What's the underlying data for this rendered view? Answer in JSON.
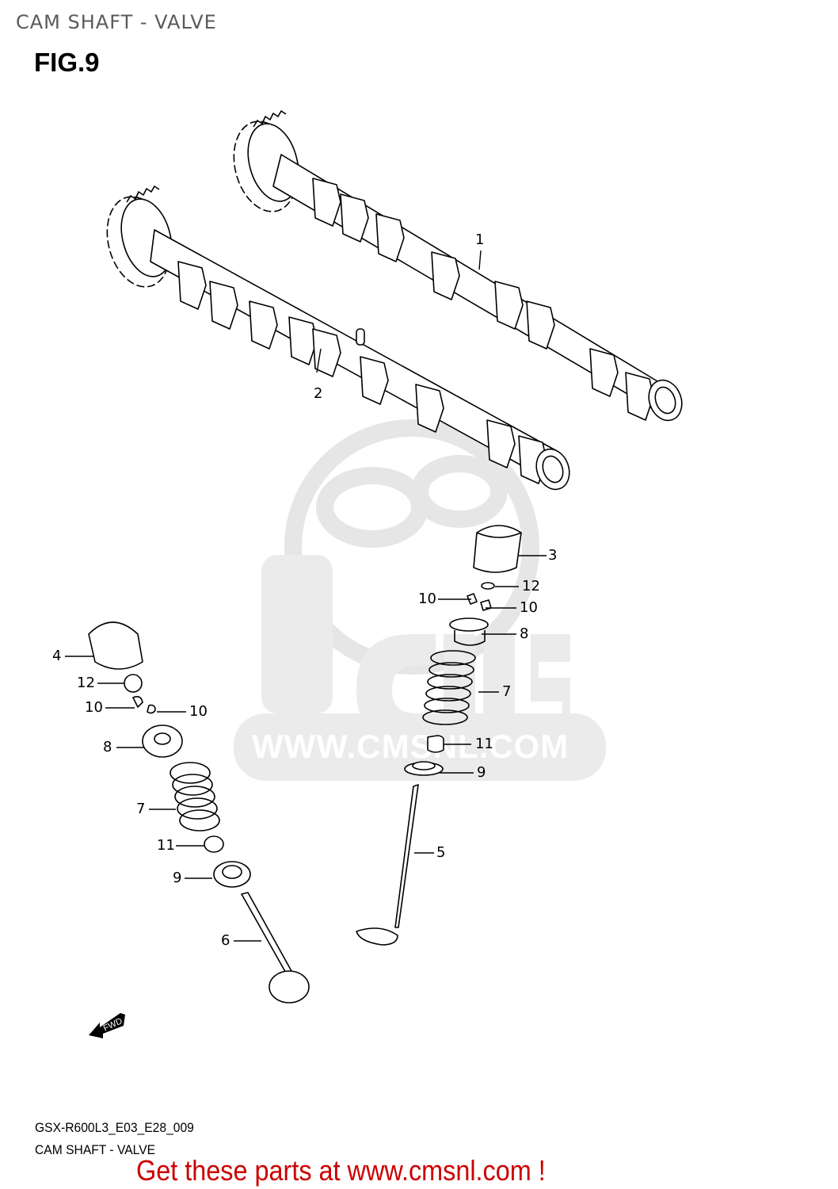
{
  "header": {
    "title": "CAM SHAFT - VALVE",
    "figure": "FIG.9"
  },
  "diagram": {
    "watermark": {
      "brand": "CMS",
      "url_text": "WWW.CMSNL.COM",
      "color": "#e6e6e6"
    },
    "fwd_indicator": "FWD",
    "callouts": [
      {
        "id": "c1",
        "label": "1",
        "part": "camshaft-exhaust"
      },
      {
        "id": "c2",
        "label": "2",
        "part": "camshaft-intake"
      },
      {
        "id": "c3",
        "label": "3",
        "part": "tappet-right"
      },
      {
        "id": "c4",
        "label": "4",
        "part": "tappet-left"
      },
      {
        "id": "c5",
        "label": "5",
        "part": "valve-right"
      },
      {
        "id": "c6",
        "label": "6",
        "part": "valve-left"
      },
      {
        "id": "c7a",
        "label": "7",
        "part": "valve-spring-right"
      },
      {
        "id": "c7b",
        "label": "7",
        "part": "valve-spring-left"
      },
      {
        "id": "c8a",
        "label": "8",
        "part": "spring-retainer-right"
      },
      {
        "id": "c8b",
        "label": "8",
        "part": "spring-retainer-left"
      },
      {
        "id": "c9a",
        "label": "9",
        "part": "spring-seat-right"
      },
      {
        "id": "c9b",
        "label": "9",
        "part": "spring-seat-left"
      },
      {
        "id": "c10a",
        "label": "10",
        "part": "cotter-right-a"
      },
      {
        "id": "c10b",
        "label": "10",
        "part": "cotter-right-b"
      },
      {
        "id": "c10c",
        "label": "10",
        "part": "cotter-left-a"
      },
      {
        "id": "c10d",
        "label": "10",
        "part": "cotter-left-b"
      },
      {
        "id": "c11a",
        "label": "11",
        "part": "stem-seal-right"
      },
      {
        "id": "c11b",
        "label": "11",
        "part": "stem-seal-left"
      },
      {
        "id": "c12a",
        "label": "12",
        "part": "shim-right"
      },
      {
        "id": "c12b",
        "label": "12",
        "part": "shim-left"
      }
    ]
  },
  "footer": {
    "code": "GSX-R600L3_E03_E28_009",
    "title": "CAM SHAFT - VALVE",
    "cta": "Get these parts at www.cmsnl.com !",
    "cta_color": "#cc0000"
  }
}
